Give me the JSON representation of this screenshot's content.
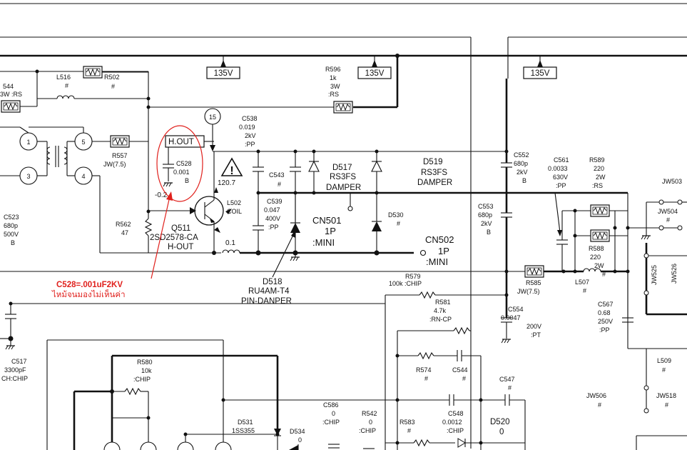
{
  "rails": {
    "b1": "135V",
    "b2": "135V",
    "b3": "135V"
  },
  "note": {
    "title": "C528=.001uF2KV",
    "comment": "ไหม้จนมองไม่เห็นค่า"
  },
  "labels": {
    "hout_box": "H.OUT",
    "node15": "15",
    "l516": [
      "L516",
      "#"
    ],
    "r502": [
      "R502",
      "#"
    ],
    "r544": [
      "544",
      "3W   :RS"
    ],
    "r596": [
      "R596",
      "1k",
      "3W",
      ":RS"
    ],
    "c538": [
      "C538",
      "0.019",
      "2kV",
      ":PP"
    ],
    "c528": [
      "C528",
      "0.001",
      "B"
    ],
    "v02": "-0.2",
    "v1207": "120.7",
    "l502": [
      "L502",
      "COIL"
    ],
    "c543": [
      "C543",
      "#"
    ],
    "c539": [
      "C539",
      "0.047",
      "400V",
      ":PP"
    ],
    "d517": [
      "D517",
      "RS3FS",
      "DAMPER"
    ],
    "d519": [
      "D519",
      "RS3FS",
      "DAMPER"
    ],
    "cn501": [
      "CN501",
      "1P",
      ":MINI"
    ],
    "cn502": [
      "CN502",
      "1P",
      ":MINI"
    ],
    "d530": [
      "D530",
      "#"
    ],
    "q511": [
      "Q511",
      "2SD2578-CA",
      "H-OUT"
    ],
    "r562": [
      "R562",
      "47"
    ],
    "r557": [
      "R557",
      "JW(7.5)"
    ],
    "c523": [
      "C523",
      "680p",
      "500V",
      "B"
    ],
    "p01": "0.1",
    "d518": [
      "D518",
      "RU4AM-T4",
      "PIN-DANPER"
    ],
    "c552": [
      "C552",
      "680p",
      "2kV",
      "B"
    ],
    "c553": [
      "C553",
      "680p",
      "2kV",
      "B"
    ],
    "c561": [
      "C561",
      "0.0033",
      "630V",
      ":PP"
    ],
    "r589": [
      "R589",
      "220",
      "2W",
      ":RS"
    ],
    "r588": [
      "R588",
      "220",
      "2W",
      "#"
    ],
    "jw503": "JW503",
    "jw504": [
      "JW504",
      "#"
    ],
    "jw525": "JW525",
    "jw526": "JW526",
    "r585": [
      "R585",
      "JW(7.5)"
    ],
    "l507": [
      "L507",
      "#"
    ],
    "r579": [
      "R579",
      "100k    :CHIP"
    ],
    "r581": [
      "R581",
      "4.7k",
      ":RN-CP"
    ],
    "c554": [
      "C554",
      "0.0047",
      "200V",
      ":PT"
    ],
    "c567": [
      "C567",
      "0.68",
      "250V",
      ":PP"
    ],
    "l509": [
      "L509",
      "#"
    ],
    "c517": [
      "C517",
      "3300pF",
      "CH:CHIP"
    ],
    "r580": [
      "R580",
      "10k",
      ":CHIP"
    ],
    "r574": [
      "R574",
      "#"
    ],
    "c544": [
      "C544",
      "#"
    ],
    "c547": [
      "C547",
      "#"
    ],
    "c586": [
      "C586",
      "0",
      ":CHIP"
    ],
    "r542": [
      "R542",
      "0",
      ":CHIP"
    ],
    "r583": [
      "R583",
      "#"
    ],
    "c548": [
      "C548",
      "0.0012",
      ":CHIP"
    ],
    "d520": [
      "D520",
      "0"
    ],
    "d531": [
      "D531",
      "1SS355"
    ],
    "d534": [
      "D534",
      "0"
    ],
    "jw506": [
      "JW506",
      "#"
    ],
    "jw518": [
      "JW518",
      "#"
    ],
    "pins_left": [
      "1",
      "3",
      "5",
      "4"
    ]
  }
}
